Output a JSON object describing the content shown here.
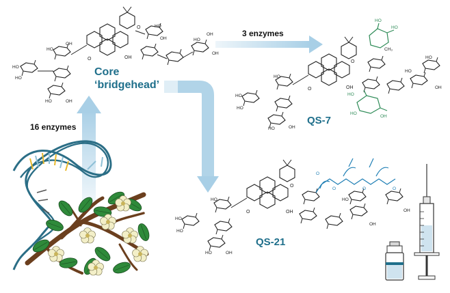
{
  "labels": {
    "core_line1": "Core",
    "core_line2": "‘bridgehead’",
    "enzymes_16": "16 enzymes",
    "enzymes_3": "3 enzymes",
    "qs7": "QS-7",
    "qs21": "QS-21"
  },
  "colors": {
    "arrow": "#a8cfe6",
    "accent_label": "#1f6f8b",
    "qs7_sidechain": "#2e8b57",
    "qs21_sidechain": "#1f7fb5",
    "leaf": "#2f8a3a",
    "branch": "#6b3f1e",
    "flower": "#f3efc8",
    "dna_accent": "#e8b829"
  },
  "icons": [
    "dna-helix-icon",
    "plant-branch-icon",
    "vial-icon",
    "syringe-icon"
  ]
}
